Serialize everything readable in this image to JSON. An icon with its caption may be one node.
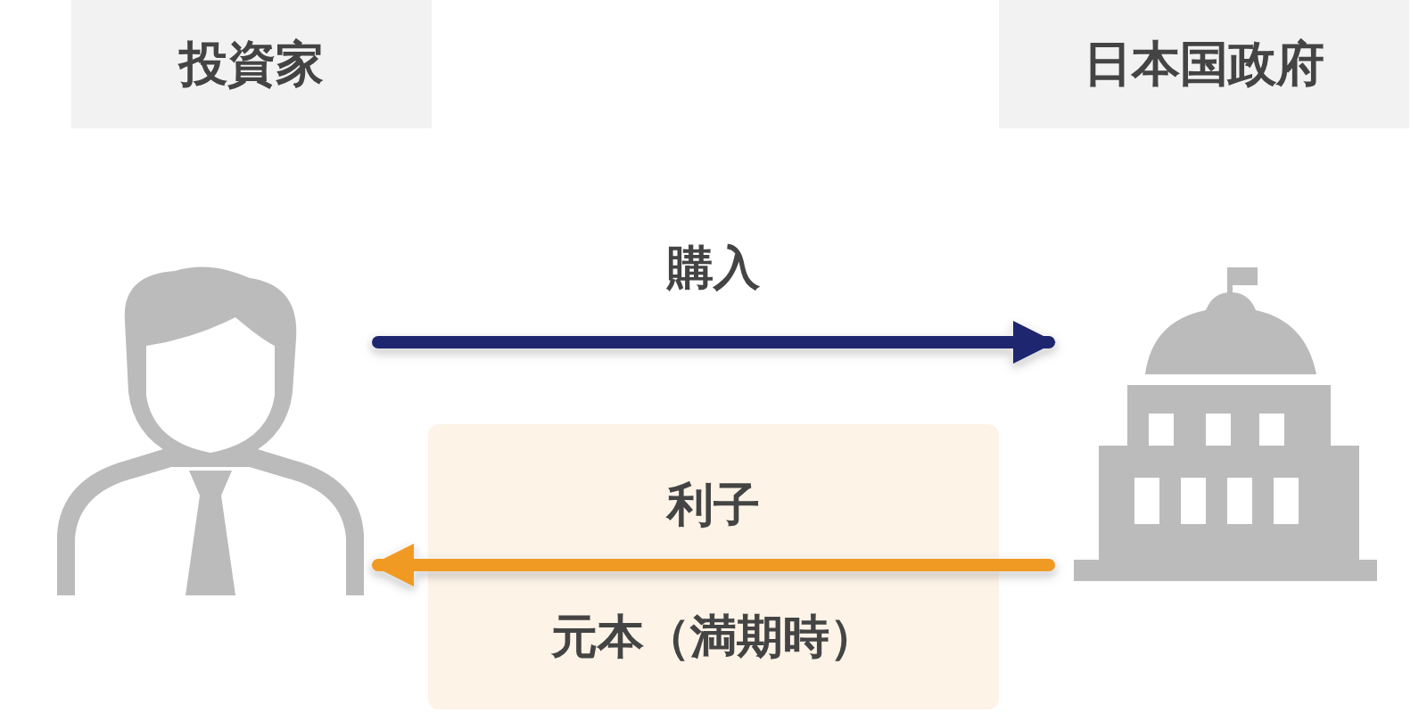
{
  "diagram": {
    "nodes": [
      {
        "text": [
          "投資家"
        ]
      },
      {
        "text": [
          "日本国政府"
        ]
      },
      {
        "text": [],
        "shape": "person"
      },
      {
        "text": [],
        "shape": "building"
      }
    ],
    "edges": [
      {
        "from": 2,
        "to": 3,
        "arrow": "to",
        "label": "購入",
        "color": "#1f2670"
      },
      {
        "from": 3,
        "to": 2,
        "arrow": "to",
        "label": "利子",
        "color": "#f09a24"
      }
    ],
    "labels": [
      "元本（満期時）"
    ]
  }
}
